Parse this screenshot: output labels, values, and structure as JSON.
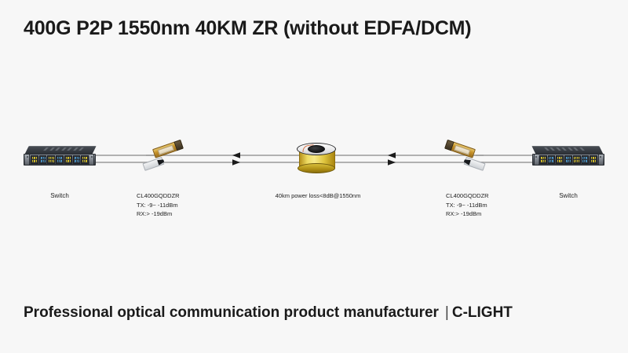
{
  "slide": {
    "title": "400G P2P 1550nm 40KM ZR (without EDFA/DCM)",
    "footer_text": "Professional optical communication product manufacturer",
    "footer_separator": "|",
    "footer_brand": "C-LIGHT",
    "background_color": "#f7f7f7",
    "text_color": "#1a1a1a"
  },
  "diagram": {
    "type": "point-to-point optical link",
    "left_switch": {
      "label": "Switch",
      "icon": "network-switch",
      "port_group_colors": [
        "#d8c22a",
        "#4b93c4"
      ]
    },
    "right_switch": {
      "label": "Switch",
      "icon": "network-switch",
      "port_group_colors": [
        "#d8c22a",
        "#4b93c4"
      ]
    },
    "left_transceiver": {
      "model": "CL400GQDDZR",
      "tx": "TX: -9~ -11dBm",
      "rx": "RX:> -19dBm",
      "icon": "qsfp-dd-transceiver",
      "body_color": "#c9952c"
    },
    "right_transceiver": {
      "model": "CL400GQDDZR",
      "tx": "TX: -9~ -11dBm",
      "rx": "RX:> -19dBm",
      "icon": "qsfp-dd-transceiver",
      "body_color": "#c9952c"
    },
    "fiber_spool": {
      "label": "40km power loss<8dB@1550nm",
      "icon": "fiber-spool",
      "spool_color": "#e8c93f"
    },
    "link": {
      "line_color": "#9a9a9a",
      "fiber_count": 2,
      "arrow_color": "#1b1b1b",
      "top_direction": "left",
      "bottom_direction": "right"
    }
  }
}
